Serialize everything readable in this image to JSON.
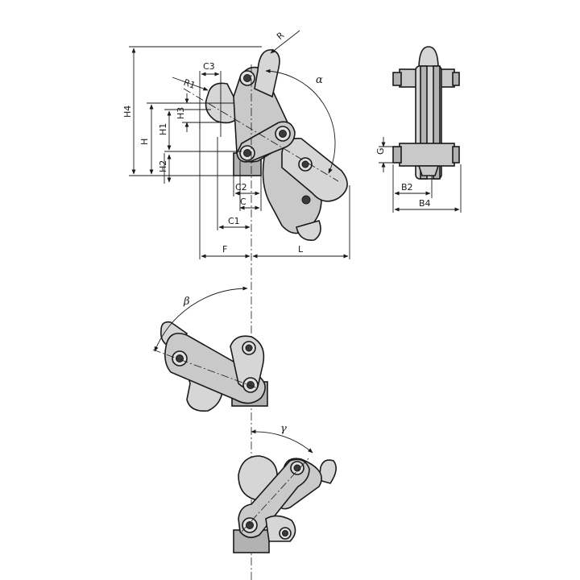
{
  "labels": {
    "R": "R",
    "R1": "R1",
    "C3": "C3",
    "alpha": "α",
    "H4": "H4",
    "H": "H",
    "H1": "H1",
    "H3": "H3",
    "H2": "H2",
    "C2": "C2",
    "C": "C",
    "C1": "C1",
    "F": "F",
    "L": "L",
    "G": "G",
    "B2": "B2",
    "B4": "B4",
    "beta": "β",
    "gamma": "γ"
  }
}
